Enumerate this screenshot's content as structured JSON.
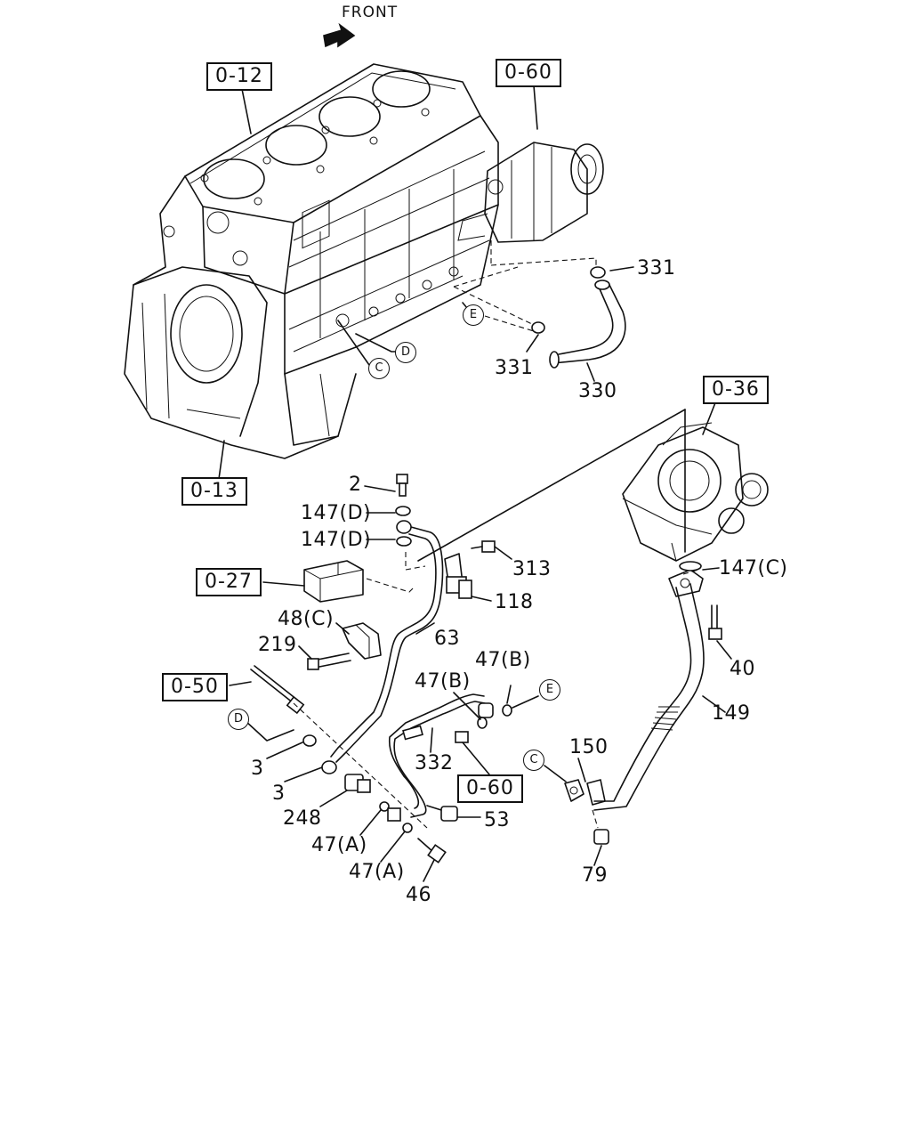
{
  "front_label": "FRONT",
  "refs": {
    "r_0_12": "0-12",
    "r_0_60_top": "0-60",
    "r_0_36": "0-36",
    "r_0_13": "0-13",
    "r_0_27": "0-27",
    "r_0_50": "0-50",
    "r_0_60_bottom": "0-60"
  },
  "callouts": {
    "p331_top": "331",
    "p331_bottom": "331",
    "p330": "330",
    "p2": "2",
    "p147d_a": "147(D)",
    "p147d_b": "147(D)",
    "p313": "313",
    "p118": "118",
    "p48c": "48(C)",
    "p63": "63",
    "p219": "219",
    "p147c": "147(C)",
    "p40": "40",
    "p47b_a": "47(B)",
    "p47b_b": "47(B)",
    "p149": "149",
    "p3_a": "3",
    "p3_b": "3",
    "p332": "332",
    "p150": "150",
    "p248": "248",
    "p53": "53",
    "p47a_a": "47(A)",
    "p47a_b": "47(A)",
    "p46": "46",
    "p79": "79"
  },
  "circle_marks": {
    "e_top": "E",
    "d_top": "D",
    "c_top": "C",
    "d_left": "D",
    "e_right": "E",
    "c_right": "C"
  }
}
